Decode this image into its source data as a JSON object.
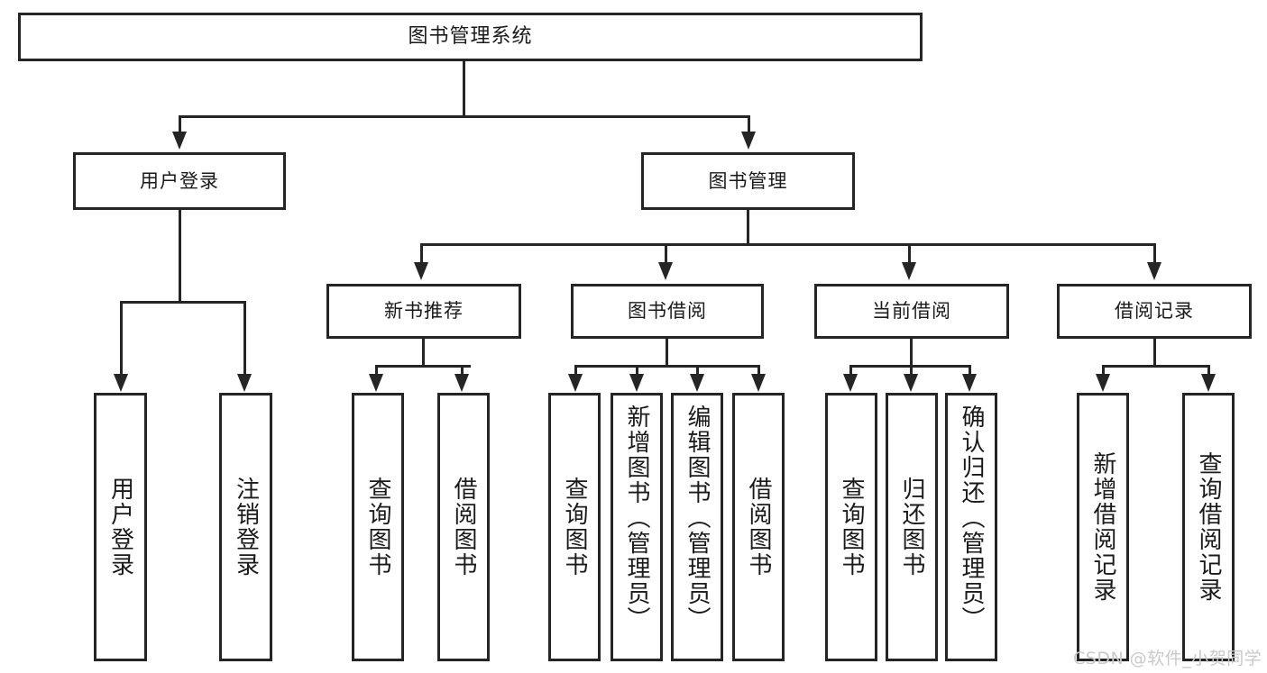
{
  "diagram": {
    "title": "图书管理系统",
    "type": "tree",
    "watermark": "CSDN @软件_小贺同学",
    "colors": {
      "stroke": "#252525",
      "fill": "#ffffff",
      "text": "#1a1a1a",
      "watermark": "#c9c9c9"
    }
  },
  "nodes": {
    "root": {
      "label": "图书管理系统"
    },
    "level2": [
      {
        "label": "用户登录"
      },
      {
        "label": "图书管理"
      }
    ],
    "level3": [
      {
        "label": "新书推荐"
      },
      {
        "label": "图书借阅"
      },
      {
        "label": "当前借阅"
      },
      {
        "label": "借阅记录"
      }
    ],
    "leaves_user_login": [
      {
        "label": "用户登录"
      },
      {
        "label": "注销登录"
      }
    ],
    "leaves_new_book": [
      {
        "label": "查询图书"
      },
      {
        "label": "借阅图书"
      }
    ],
    "leaves_borrow": [
      {
        "label": "查询图书"
      },
      {
        "label": "新增图书（管理员）"
      },
      {
        "label": "编辑图书（管理员）"
      },
      {
        "label": "借阅图书"
      }
    ],
    "leaves_current": [
      {
        "label": "查询图书"
      },
      {
        "label": "归还图书"
      },
      {
        "label": "确认归还（管理员）"
      }
    ],
    "leaves_record": [
      {
        "label": "新增借阅记录"
      },
      {
        "label": "查询借阅记录"
      }
    ]
  }
}
